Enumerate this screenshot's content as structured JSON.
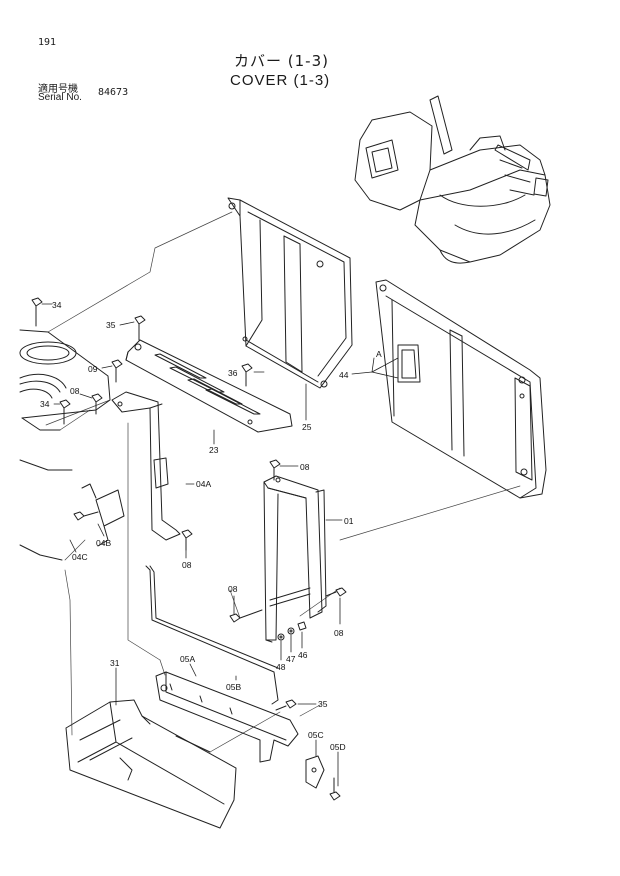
{
  "header": {
    "page_number": "191",
    "title_jp": "カバー (1-3)",
    "title_en": "COVER (1-3)",
    "serial_label_jp": "適用号機",
    "serial_label": "Serial No.",
    "serial_value": "84673"
  },
  "callouts": {
    "c01": "01",
    "c04A": "04A",
    "c04B": "04B",
    "c04C": "04C",
    "c05A": "05A",
    "c05B": "05B",
    "c05C": "05C",
    "c05D": "05D",
    "c08a": "08",
    "c08b": "08",
    "c08c": "08",
    "c08d": "08",
    "c08e": "08",
    "c09": "09",
    "c23": "23",
    "c25": "25",
    "c31": "31",
    "c34a": "34",
    "c34b": "34",
    "c35a": "35",
    "c35b": "35",
    "c36": "36",
    "c44": "44",
    "cA": "A",
    "c46": "46",
    "c47": "47",
    "c48": "48"
  }
}
